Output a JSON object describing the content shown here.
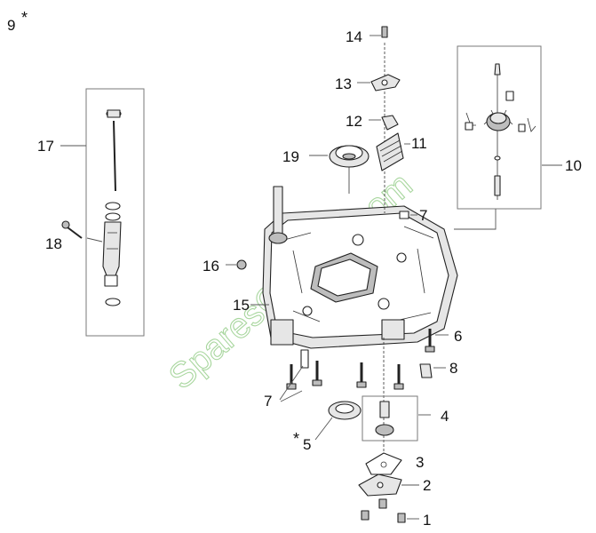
{
  "assembly": {
    "number": "9",
    "marker": "*"
  },
  "watermark": "SparesGarden.com",
  "callouts": [
    {
      "id": "c14",
      "text": "14"
    },
    {
      "id": "c13",
      "text": "13"
    },
    {
      "id": "c12",
      "text": "12"
    },
    {
      "id": "c11",
      "text": "11"
    },
    {
      "id": "c19",
      "text": "19"
    },
    {
      "id": "c17",
      "text": "17"
    },
    {
      "id": "c10",
      "text": "10"
    },
    {
      "id": "c18",
      "text": "18"
    },
    {
      "id": "c7a",
      "text": "7"
    },
    {
      "id": "c16",
      "text": "16"
    },
    {
      "id": "c15",
      "text": "15"
    },
    {
      "id": "c6",
      "text": "6"
    },
    {
      "id": "c8",
      "text": "8"
    },
    {
      "id": "c7b",
      "text": "7"
    },
    {
      "id": "c4",
      "text": "4"
    },
    {
      "id": "c5",
      "text": "5",
      "marker": "*"
    },
    {
      "id": "c3",
      "text": "3"
    },
    {
      "id": "c2",
      "text": "2"
    },
    {
      "id": "c1",
      "text": "1"
    }
  ]
}
